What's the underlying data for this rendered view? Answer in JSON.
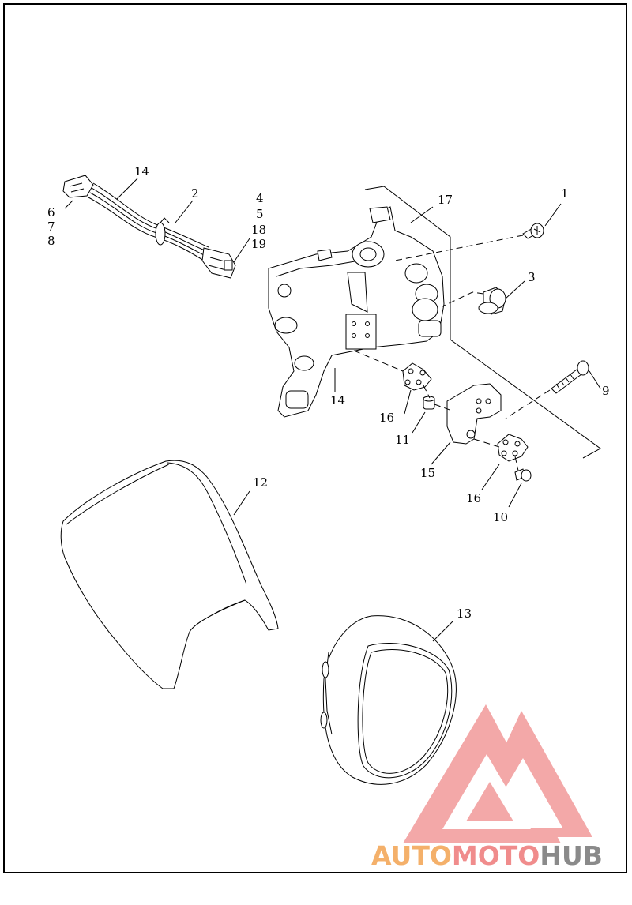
{
  "labels": {
    "l1": "1",
    "l2": "2",
    "l3": "3",
    "l4": "4",
    "l5": "5",
    "l6": "6",
    "l7": "7",
    "l8": "8",
    "l9": "9",
    "l10": "10",
    "l11": "11",
    "l12": "12",
    "l13": "13",
    "l14a": "14",
    "l14b": "14",
    "l15": "15",
    "l16a": "16",
    "l16b": "16",
    "l17": "17",
    "l18": "18",
    "l19": "19"
  },
  "watermark": {
    "part1": "AUTO",
    "part2": "MOTO",
    "part3": "HUB",
    "color1": "#f4b06a",
    "color2": "#f08c8c",
    "color3": "#8a8a8a"
  }
}
